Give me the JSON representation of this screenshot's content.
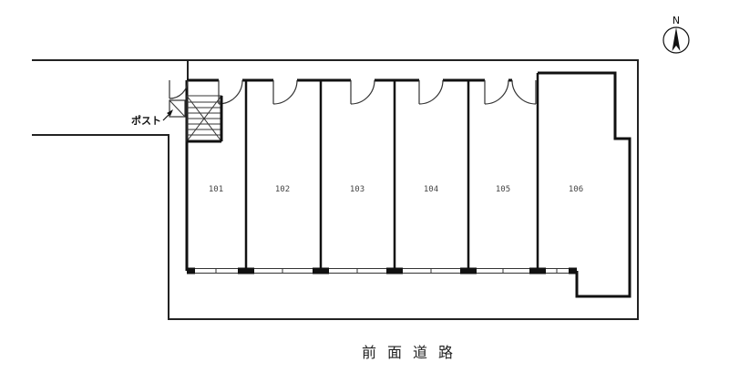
{
  "compass": {
    "label": "N"
  },
  "mailbox": {
    "label": "ポスト"
  },
  "rooms": [
    {
      "label": "101"
    },
    {
      "label": "102"
    },
    {
      "label": "103"
    },
    {
      "label": "104"
    },
    {
      "label": "105"
    },
    {
      "label": "106"
    }
  ],
  "road": {
    "label": "前面道路"
  },
  "colors": {
    "wall": "#111111",
    "boundary": "#222222",
    "thin": "#333333"
  }
}
